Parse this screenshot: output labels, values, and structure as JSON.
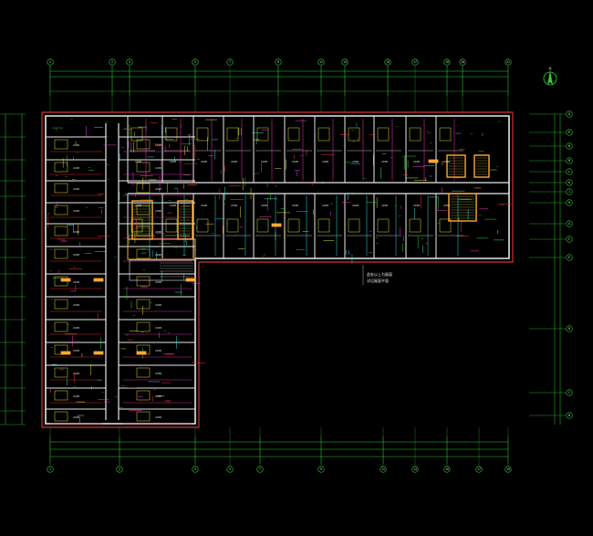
{
  "drawing": {
    "type": "CAD floor plan",
    "background": "#000000",
    "colors": {
      "grid_line": "#33cc33",
      "wall": "#e8e8e8",
      "partition": "#dddd33",
      "dimension": "#33cc33",
      "pipe_magenta": "#ff33cc",
      "pipe_red": "#ff3333",
      "pipe_cyan": "#33dddd",
      "core_orange": "#ffaa33",
      "boundary_red": "#cc3333",
      "north_arrow": "#33cc33"
    },
    "north_arrow_label": "北",
    "top_axis_labels": [
      "1",
      "2",
      "3",
      "5",
      "7",
      "9",
      "11",
      "13",
      "15",
      "17",
      "19",
      "20",
      "21"
    ],
    "right_axis_labels": [
      "Q",
      "P",
      "N",
      "M",
      "L",
      "K",
      "J",
      "H",
      "G",
      "F",
      "E",
      "D",
      "C",
      "B"
    ],
    "bottom_axis_labels": [
      "1",
      "2",
      "3",
      "5",
      "7",
      "9",
      "11",
      "13",
      "15",
      "17",
      "19"
    ],
    "annotation_lines": [
      "此处以上为屋面",
      "详见屋面平面"
    ],
    "room_tag": "2400"
  }
}
